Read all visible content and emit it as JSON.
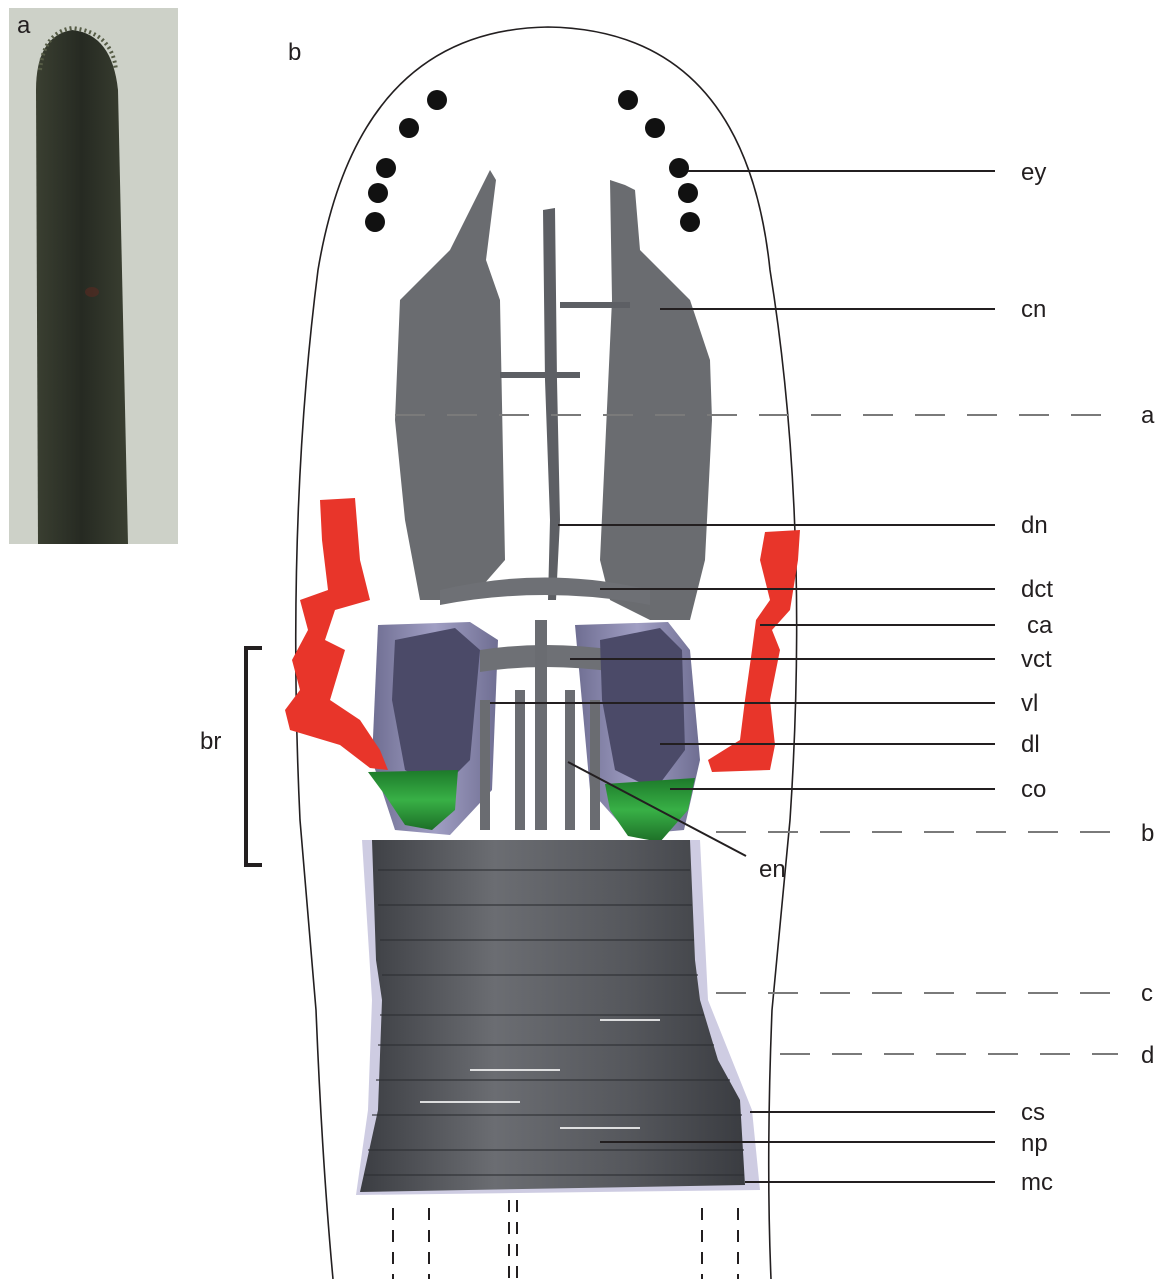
{
  "panels": {
    "photo_label": "a",
    "diagram_label": "b"
  },
  "annotations": [
    {
      "id": "ey",
      "text": "ey"
    },
    {
      "id": "cn",
      "text": "cn"
    },
    {
      "id": "dn",
      "text": "dn"
    },
    {
      "id": "dct",
      "text": "dct"
    },
    {
      "id": "ca",
      "text": "ca"
    },
    {
      "id": "vct",
      "text": "vct"
    },
    {
      "id": "vl",
      "text": "vl"
    },
    {
      "id": "dl",
      "text": "dl"
    },
    {
      "id": "co",
      "text": "co"
    },
    {
      "id": "en",
      "text": "en"
    },
    {
      "id": "cs",
      "text": "cs"
    },
    {
      "id": "np",
      "text": "np"
    },
    {
      "id": "mc",
      "text": "mc"
    }
  ],
  "sections": [
    {
      "id": "a",
      "text": "a"
    },
    {
      "id": "b",
      "text": "b"
    },
    {
      "id": "c",
      "text": "c"
    },
    {
      "id": "d",
      "text": "d"
    }
  ],
  "bracket": {
    "text": "br"
  },
  "colors": {
    "nerve_gray": "#55575c",
    "lavender": "#8c8ab4",
    "red": "#e8352a",
    "green": "#2f9a3a",
    "outline": "#231f20",
    "dashes": "#7a7a7a",
    "photo_bg": "#cfd2c9",
    "photo_body": "#2c3028"
  }
}
